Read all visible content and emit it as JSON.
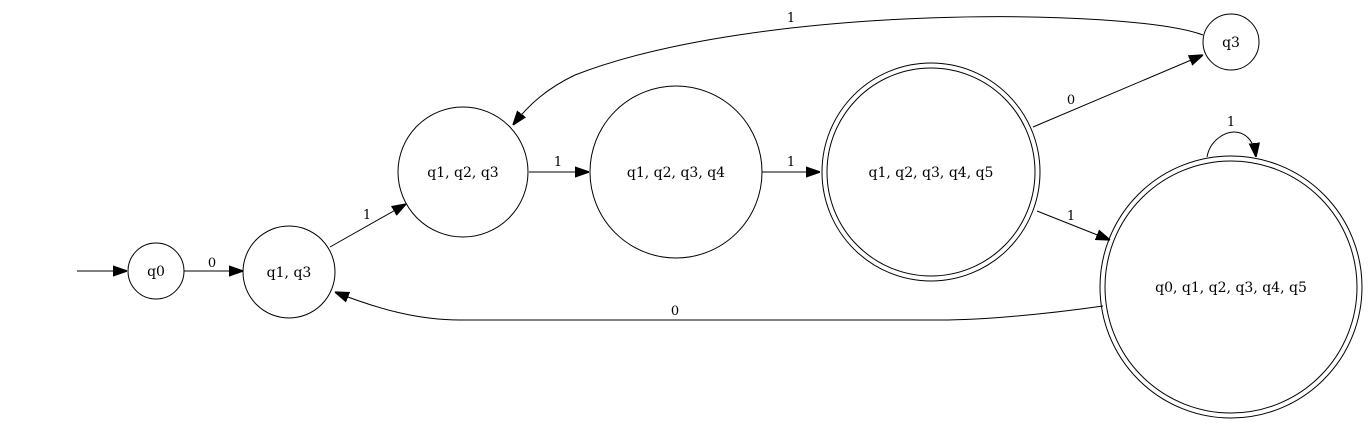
{
  "diagram": {
    "type": "finite-automaton",
    "states": {
      "q0": {
        "label": "q0",
        "accepting": false,
        "initial": true
      },
      "q13": {
        "label": "q1, q3",
        "accepting": false
      },
      "q123": {
        "label": "q1, q2, q3",
        "accepting": false
      },
      "q1234": {
        "label": "q1, q2, q3, q4",
        "accepting": false
      },
      "q12345": {
        "label": "q1, q2, q3, q4, q5",
        "accepting": true
      },
      "q3": {
        "label": "q3",
        "accepting": false
      },
      "q012345": {
        "label": "q0, q1, q2, q3, q4, q5",
        "accepting": true
      }
    },
    "transitions": {
      "q0_q13": {
        "from": "q0",
        "to": "q13",
        "label": "0"
      },
      "q13_q123": {
        "from": "q13",
        "to": "q123",
        "label": "1"
      },
      "q123_q1234": {
        "from": "q123",
        "to": "q1234",
        "label": "1"
      },
      "q1234_q12345": {
        "from": "q1234",
        "to": "q12345",
        "label": "1"
      },
      "q12345_q3": {
        "from": "q12345",
        "to": "q3",
        "label": "0"
      },
      "q12345_q012345": {
        "from": "q12345",
        "to": "q012345",
        "label": "1"
      },
      "q3_q123": {
        "from": "q3",
        "to": "q123",
        "label": "1"
      },
      "q012345_q13": {
        "from": "q012345",
        "to": "q13",
        "label": "0"
      },
      "q012345_self": {
        "from": "q012345",
        "to": "q012345",
        "label": "1"
      }
    }
  }
}
